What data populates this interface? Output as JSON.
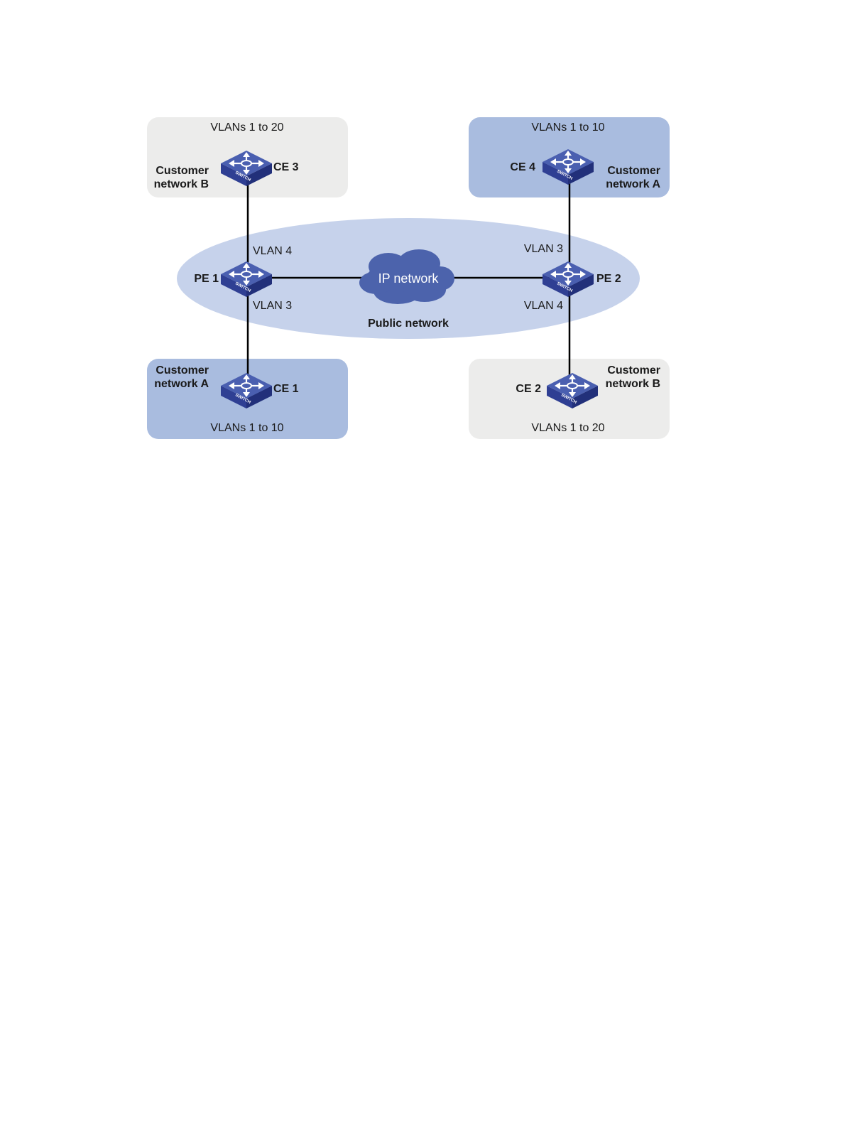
{
  "colors": {
    "customer_a_region": "#a9bcdf",
    "customer_b_region": "#ececeb",
    "public_network_region": "#c6d2eb",
    "cloud": "#4c63ac",
    "switch_top": "#4a5fb0",
    "switch_side": "#2c3c8c"
  },
  "regions": {
    "top_left": {
      "network_line1": "Customer",
      "network_line2": "network B",
      "vlans": "VLANs 1 to 20"
    },
    "top_right": {
      "network_line1": "Customer",
      "network_line2": "network A",
      "vlans": "VLANs 1 to 10"
    },
    "bottom_left": {
      "network_line1": "Customer",
      "network_line2": "network A",
      "vlans": "VLANs 1 to 10"
    },
    "bottom_right": {
      "network_line1": "Customer",
      "network_line2": "network B",
      "vlans": "VLANs 1 to 20"
    }
  },
  "devices": {
    "ce3": {
      "label": "CE 3",
      "icon": "switch-icon",
      "icon_text": "SWITCH"
    },
    "ce4": {
      "label": "CE 4",
      "icon": "switch-icon",
      "icon_text": "SWITCH"
    },
    "ce1": {
      "label": "CE 1",
      "icon": "switch-icon",
      "icon_text": "SWITCH"
    },
    "ce2": {
      "label": "CE 2",
      "icon": "switch-icon",
      "icon_text": "SWITCH"
    },
    "pe1": {
      "label": "PE 1",
      "icon": "switch-icon",
      "icon_text": "SWITCH"
    },
    "pe2": {
      "label": "PE 2",
      "icon": "switch-icon",
      "icon_text": "SWITCH"
    }
  },
  "public_network": {
    "label": "Public network",
    "cloud_label": "IP network",
    "cloud_icon": "cloud-icon"
  },
  "link_labels": {
    "pe1_up": "VLAN 4",
    "pe1_down": "VLAN 3",
    "pe2_up": "VLAN 3",
    "pe2_down": "VLAN 4"
  }
}
